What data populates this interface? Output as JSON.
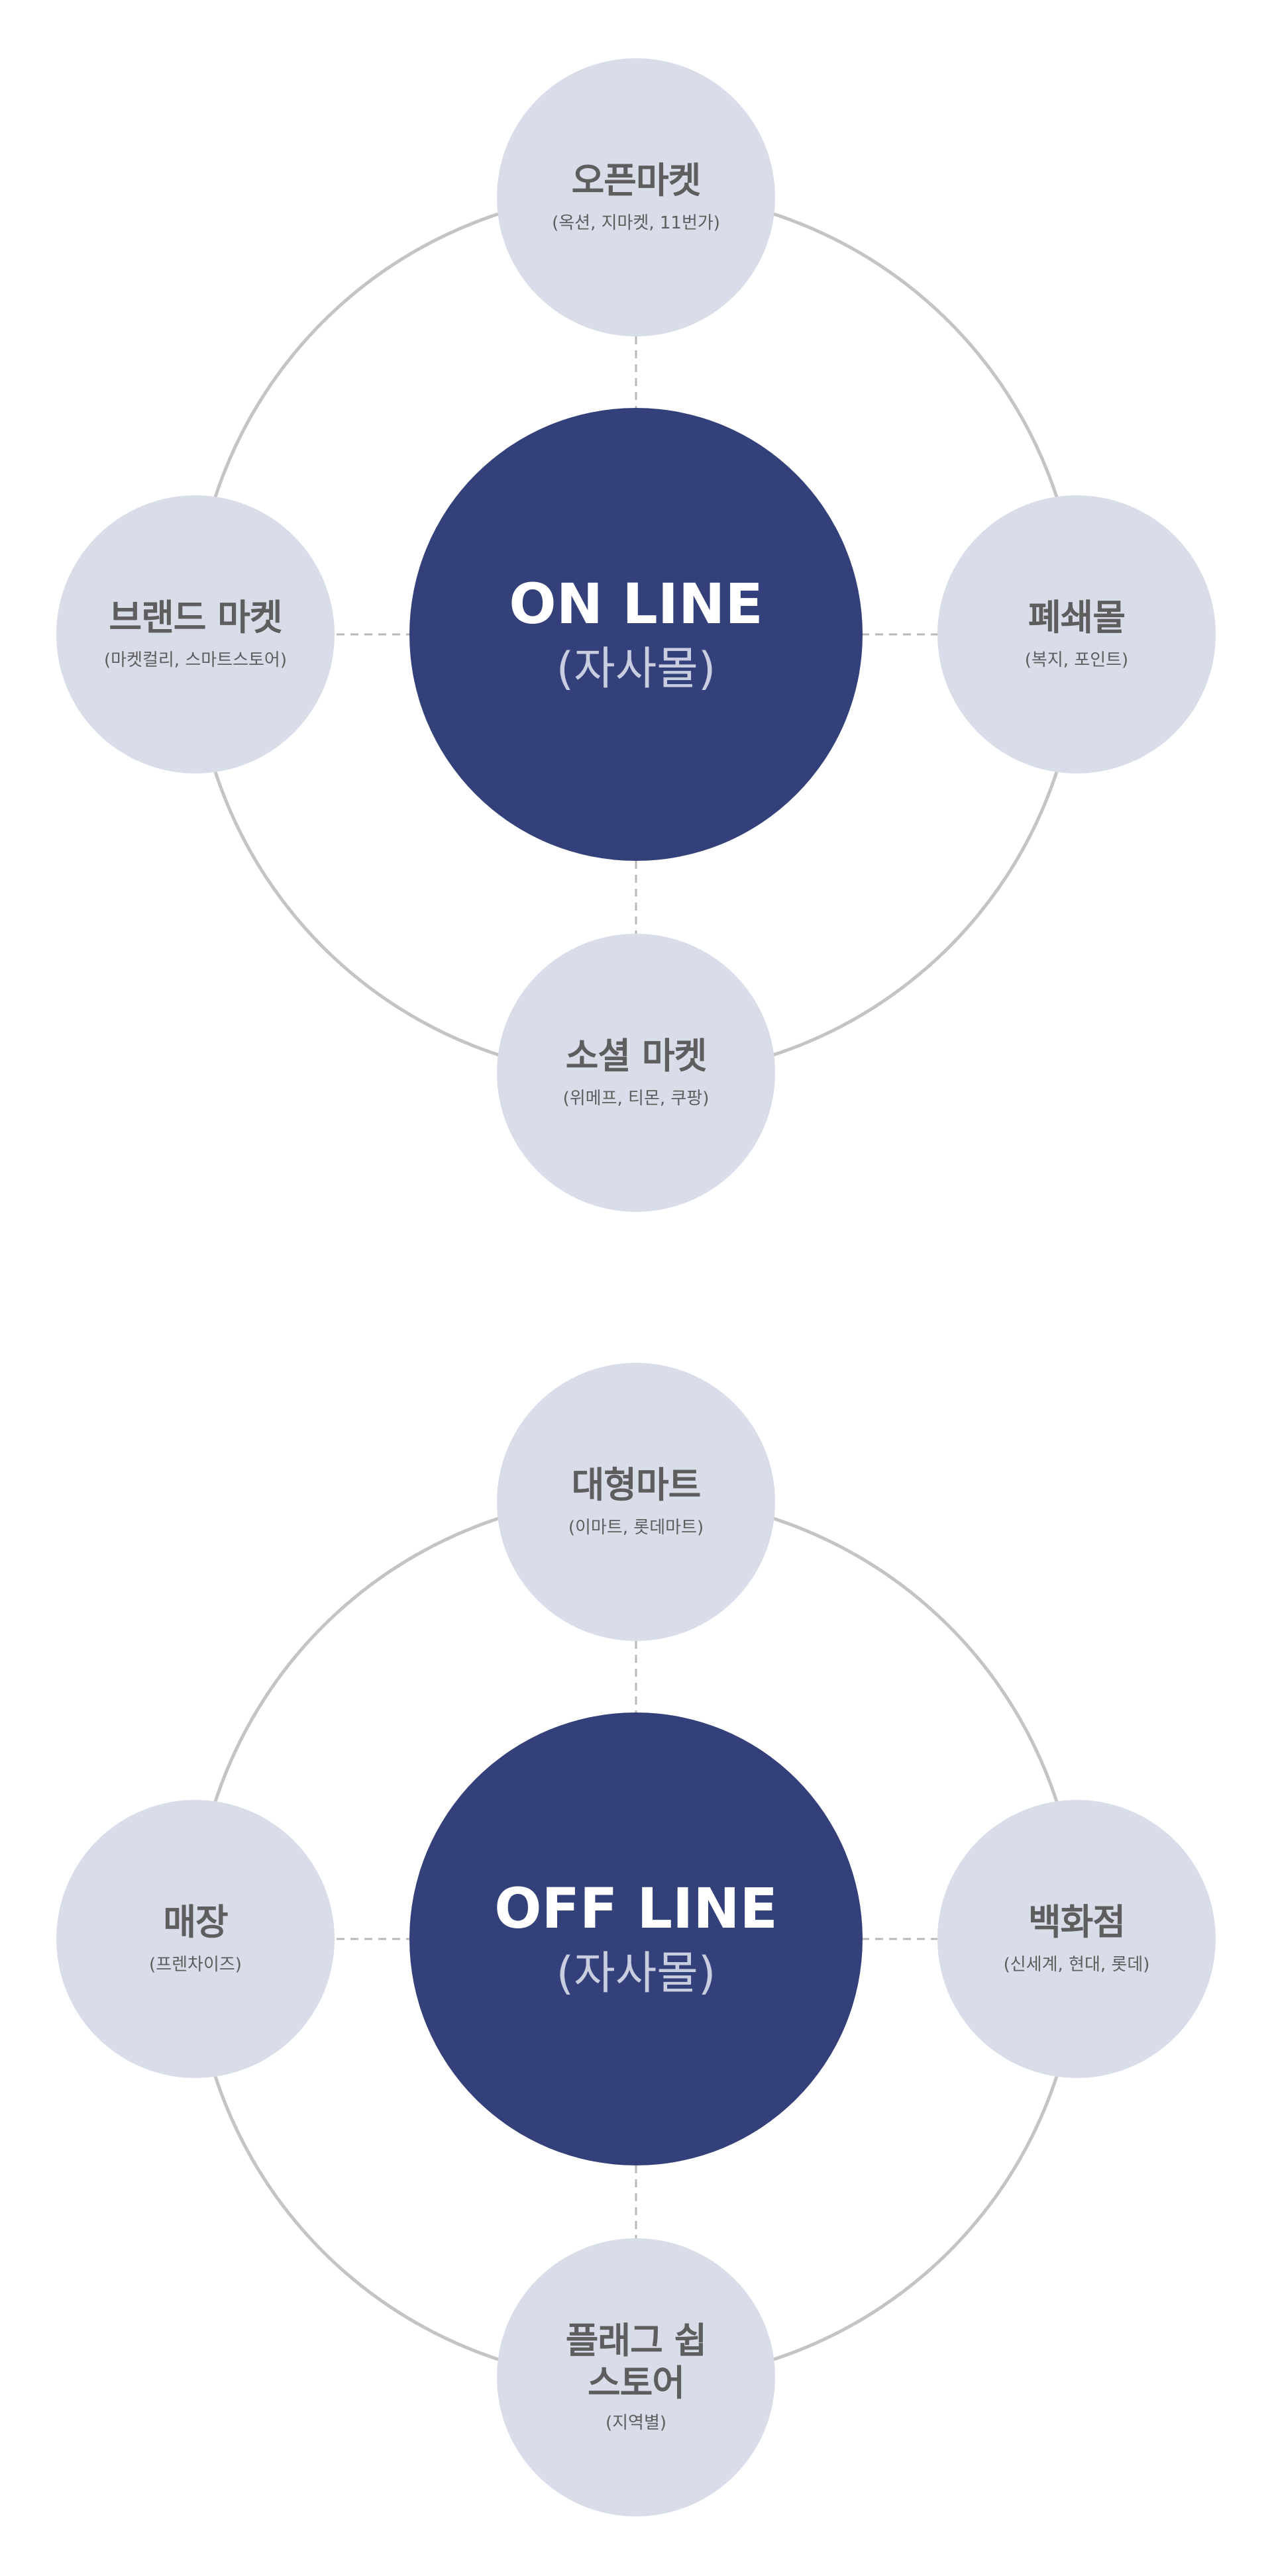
{
  "colors": {
    "center_fill": "#34407a",
    "satellite_fill": "#d8dde9",
    "ring_stroke": "#c4c4c4",
    "connector_stroke": "#b8b8b8",
    "satellite_text": "#5e5e5e",
    "center_title_text": "#ffffff",
    "center_sub_text": "#c9cde0"
  },
  "online": {
    "center": {
      "title": "ON LINE",
      "sub": "(자사몰)"
    },
    "top": {
      "title": "오픈마켓",
      "sub": "(옥션, 지마켓, 11번가)"
    },
    "left": {
      "title": "브랜드 마켓",
      "sub": "(마켓컬리, 스마트스토어)"
    },
    "right": {
      "title": "폐쇄몰",
      "sub": "(복지, 포인트)"
    },
    "bottom": {
      "title": "소셜 마켓",
      "sub": "(위메프, 티몬, 쿠팡)"
    }
  },
  "offline": {
    "center": {
      "title": "OFF LINE",
      "sub": "(자사몰)"
    },
    "top": {
      "title": "대형마트",
      "sub": "(이마트, 롯데마트)"
    },
    "left": {
      "title": "매장",
      "sub": "(프렌차이즈)"
    },
    "right": {
      "title": "백화점",
      "sub": "(신세계, 현대, 롯데)"
    },
    "bottom": {
      "title_line1": "플래그 쉽",
      "title_line2": "스토어",
      "sub": "(지역별)"
    }
  }
}
